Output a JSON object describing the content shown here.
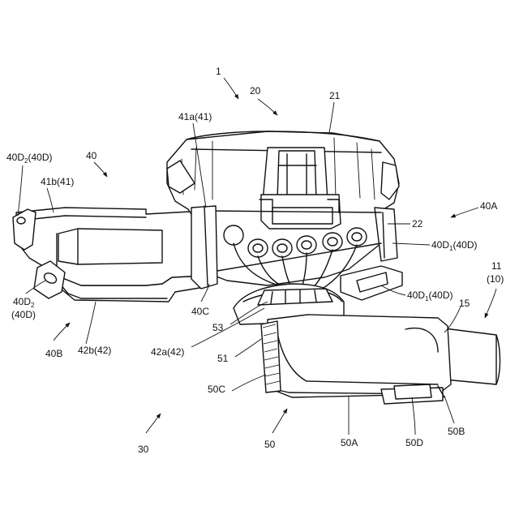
{
  "labels": {
    "l1": "1",
    "l20": "20",
    "l21": "21",
    "l40": "40",
    "l40d2_top": "40D",
    "l40d2_top_sub": "2",
    "l40d2_top_suffix": "(40D)",
    "l41a": "41a(41)",
    "l41b": "41b(41)",
    "l40a": "40A",
    "l22": "22",
    "l40d1_a": "40D",
    "l40d1_a_sub": "1",
    "l40d1_a_suffix": "(40D)",
    "l40d1_b": "40D",
    "l40d1_b_sub": "1",
    "l40d1_b_suffix": "(40D)",
    "l11": "11",
    "l10": "(10)",
    "l15": "15",
    "l40d2_bot": "40D",
    "l40d2_bot_sub": "2",
    "l40d2_bot_paren": "(40D)",
    "l40c": "40C",
    "l53": "53",
    "l42a": "42a(42)",
    "l51": "51",
    "l40b": "40B",
    "l42b": "42b(42)",
    "l50c": "50C",
    "l30": "30",
    "l50": "50",
    "l50a": "50A",
    "l50d": "50D",
    "l50b": "50B"
  }
}
